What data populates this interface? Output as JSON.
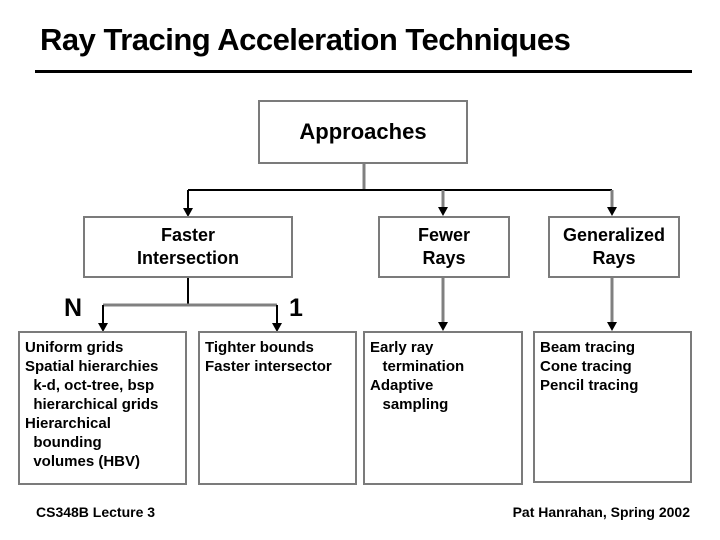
{
  "colors": {
    "page_bg": "#ffffff",
    "text": "#000000",
    "box_border": "#7b7b7b",
    "connector_gray": "#808080",
    "connector_black": "#000000"
  },
  "slide": {
    "title": "Ray Tracing Acceleration Techniques",
    "footer_left": "CS348B Lecture 3",
    "footer_right": "Pat Hanrahan, Spring 2002"
  },
  "diagram": {
    "root": {
      "label": "Approaches"
    },
    "branches": [
      {
        "label": "Faster\nIntersection"
      },
      {
        "label": "Fewer\nRays"
      },
      {
        "label": "Generalized\nRays"
      }
    ],
    "edge_labels": {
      "n": "N",
      "one": "1"
    },
    "leaves": [
      {
        "text": "Uniform grids\nSpatial hierarchies\n  k-d, oct-tree, bsp\n  hierarchical grids\nHierarchical\n  bounding\n  volumes (HBV)"
      },
      {
        "text": "Tighter bounds\nFaster intersector"
      },
      {
        "text": "Early ray\n   termination\nAdaptive\n   sampling"
      },
      {
        "text": "Beam tracing\nCone tracing\nPencil tracing"
      }
    ]
  }
}
